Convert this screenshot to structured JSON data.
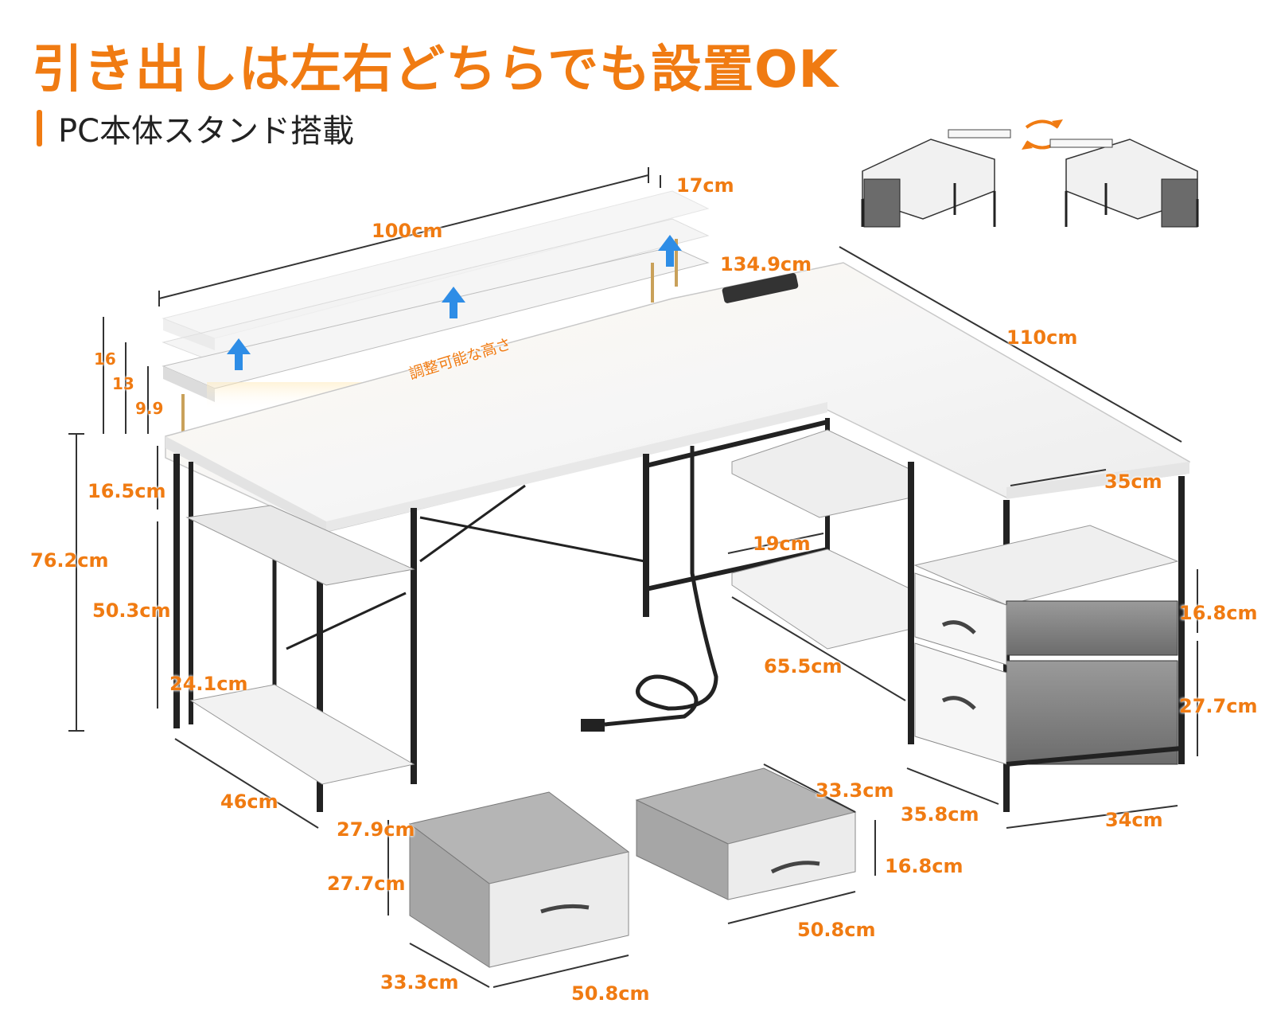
{
  "header": {
    "headline": "引き出しは左右どちらでも設置OK",
    "subline": "PC本体スタンド搭載"
  },
  "dimensions": {
    "shelf_width": "100cm",
    "shelf_depth": "17cm",
    "desk_long_side": "134.9cm",
    "desk_return_side": "110cm",
    "return_depth": "35cm",
    "adjustable_height_label": "調整可能な高さ",
    "riser_16": "16",
    "riser_13": "13",
    "riser_9_9": "9.9",
    "desk_height": "76.2cm",
    "top_to_shelf": "16.5cm",
    "shelf_to_bottom": "50.3cm",
    "bottom_shelf_height": "24.1cm",
    "left_depth": "46cm",
    "left_width": "27.9cm",
    "cpu_shelf_height": "19cm",
    "cpu_shelf_width": "65.5cm",
    "cabinet_depth": "35.8cm",
    "cabinet_width": "34cm",
    "upper_drawer_height": "16.8cm",
    "lower_drawer_height": "27.7cm",
    "drawer_small_depth": "33.3cm",
    "drawer_small_height": "16.8cm",
    "drawer_small_width": "50.8cm",
    "drawer_large_height": "27.7cm",
    "drawer_large_depth": "33.3cm",
    "drawer_large_width": "50.8cm"
  },
  "colors": {
    "accent": "#f07b12",
    "frame": "#222222",
    "desktop": "#f4f4f4",
    "fabric": "#8a8a8a"
  }
}
